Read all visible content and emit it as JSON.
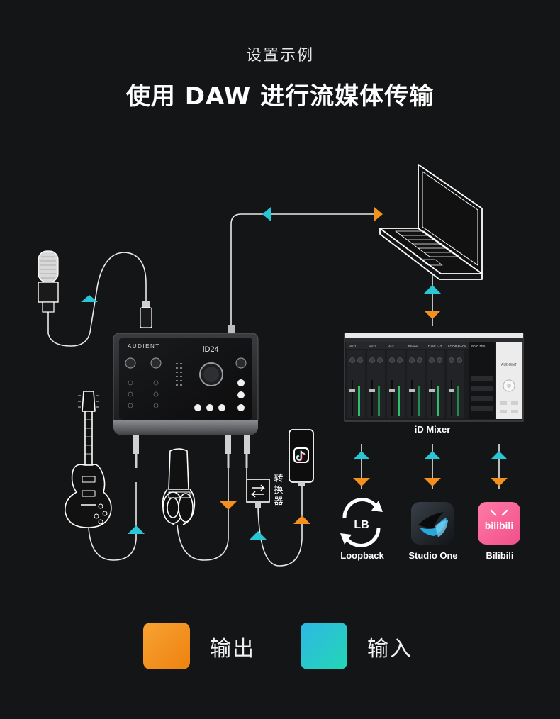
{
  "header": {
    "subtitle": "设置示例",
    "title": "使用 DAW 进行流媒体传输"
  },
  "device": {
    "brand": "AUDIENT",
    "model": "iD24"
  },
  "mixer": {
    "label": "iD Mixer",
    "brand": "AUDIENT",
    "channels": [
      "Mic 1",
      "Mic 2",
      "Aux",
      "Phone",
      "DAW 1+2",
      "LOOP-BACK"
    ],
    "master": "MAIN MIX"
  },
  "converter": {
    "label": "转换器"
  },
  "apps": [
    {
      "name": "Loopback",
      "icon_text": "LB"
    },
    {
      "name": "Studio One",
      "icon_text": ""
    },
    {
      "name": "Bilibili",
      "icon_text": "bilibili"
    }
  ],
  "legend": {
    "output_label": "输出",
    "input_label": "输入",
    "output_color": "#f4901e",
    "input_color": "#29c6d6"
  },
  "colors": {
    "background": "#141516",
    "output": "#f4901e",
    "input": "#29c6d6",
    "cable": "#e8e8e8"
  },
  "icons": [
    "microphone-icon",
    "guitar-icon",
    "headphones-icon",
    "phone-icon",
    "tiktok-icon",
    "laptop-icon",
    "converter-icon"
  ]
}
